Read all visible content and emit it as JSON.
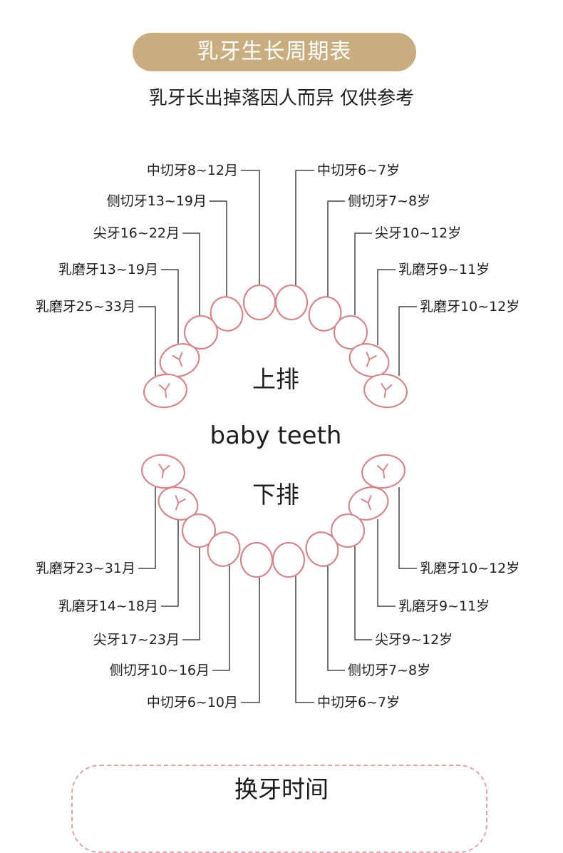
{
  "header": {
    "title": "乳牙生长周期表",
    "subtitle": "乳牙长出掉落因人而异 仅供参考"
  },
  "diagram": {
    "upper_label": "上排",
    "english_label": "baby teeth",
    "lower_label": "下排",
    "upper_left": [
      "中切牙8~12月",
      "侧切牙13~19月",
      "尖牙16~22月",
      "乳磨牙13~19月",
      "乳磨牙25~33月"
    ],
    "upper_right": [
      "中切牙6~7岁",
      "侧切牙7~8岁",
      "尖牙10~12岁",
      "乳磨牙9~11岁",
      "乳磨牙10~12岁"
    ],
    "lower_left": [
      "乳磨牙23~31月",
      "乳磨牙14~18月",
      "尖牙17~23月",
      "侧切牙10~16月",
      "中切牙6~10月"
    ],
    "lower_right": [
      "乳磨牙10~12岁",
      "乳磨牙9~11岁",
      "尖牙9~12岁",
      "侧切牙7~8岁",
      "中切牙6~7岁"
    ]
  },
  "section": {
    "title": "换牙时间"
  },
  "colors": {
    "banner": "#c8ad80",
    "tooth_outline": "#d4878a",
    "leader_line": "#444444",
    "dashed_border": "#d9a8a4"
  }
}
